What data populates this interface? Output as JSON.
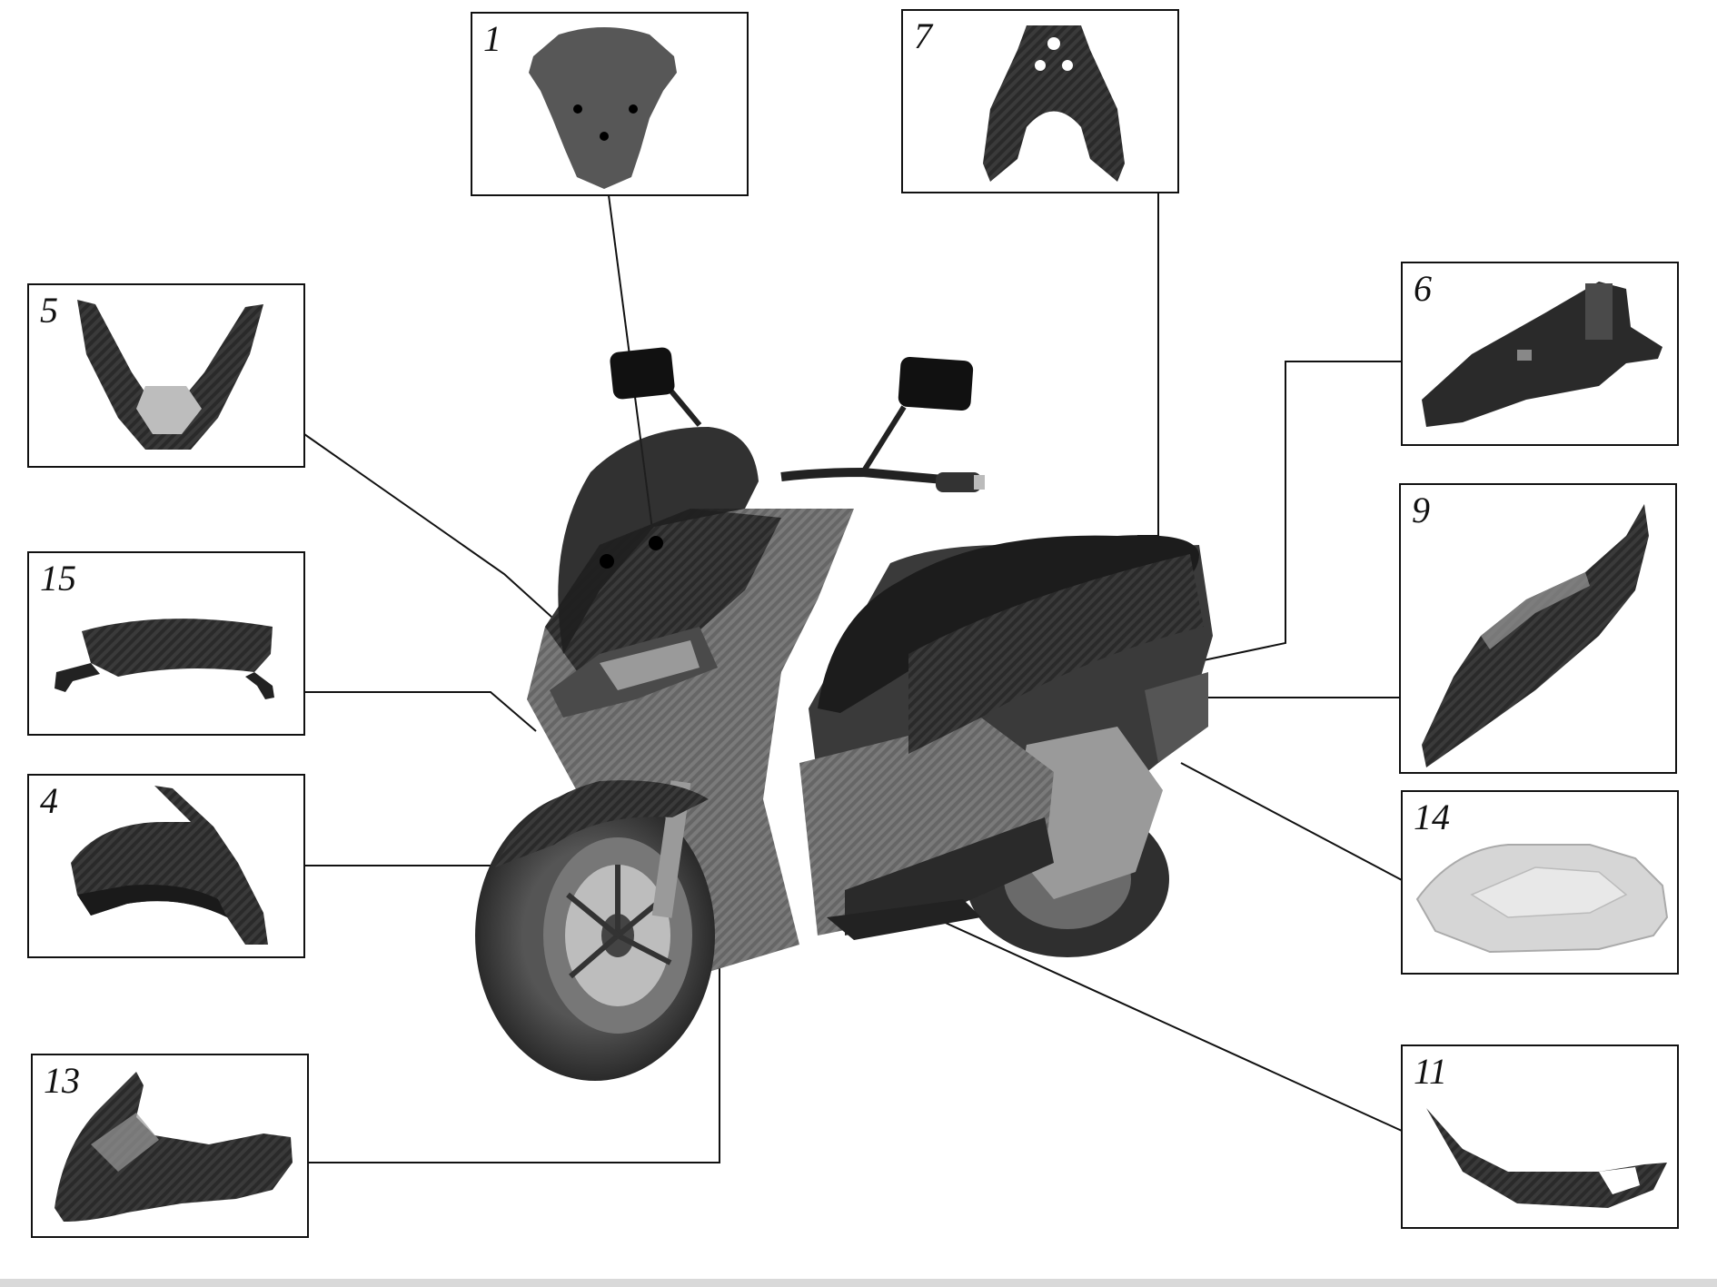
{
  "diagram": {
    "colors": {
      "line": "#111111",
      "carbon_dark": "#2a2a2a",
      "carbon_mid": "#555555",
      "carbon_light": "#8a8a8a",
      "clear_part": "#d6d6d6",
      "tire": "#3a3a3a"
    },
    "parts": [
      {
        "id": "p1",
        "number": "1",
        "icon": "windscreen-icon"
      },
      {
        "id": "p7",
        "number": "7",
        "icon": "rear-grab-rail-icon"
      },
      {
        "id": "p5",
        "number": "5",
        "icon": "front-v-cover-icon"
      },
      {
        "id": "p6",
        "number": "6",
        "icon": "rear-hugger-icon"
      },
      {
        "id": "p15",
        "number": "15",
        "icon": "headlight-trim-icon"
      },
      {
        "id": "p9",
        "number": "9",
        "icon": "side-panel-icon"
      },
      {
        "id": "p4",
        "number": "4",
        "icon": "front-fender-icon"
      },
      {
        "id": "p14",
        "number": "14",
        "icon": "clear-cover-icon"
      },
      {
        "id": "p13",
        "number": "13",
        "icon": "front-side-fairing-icon"
      },
      {
        "id": "p11",
        "number": "11",
        "icon": "lower-belly-pan-icon"
      }
    ],
    "scooter": {
      "icon": "scooter-icon"
    }
  }
}
